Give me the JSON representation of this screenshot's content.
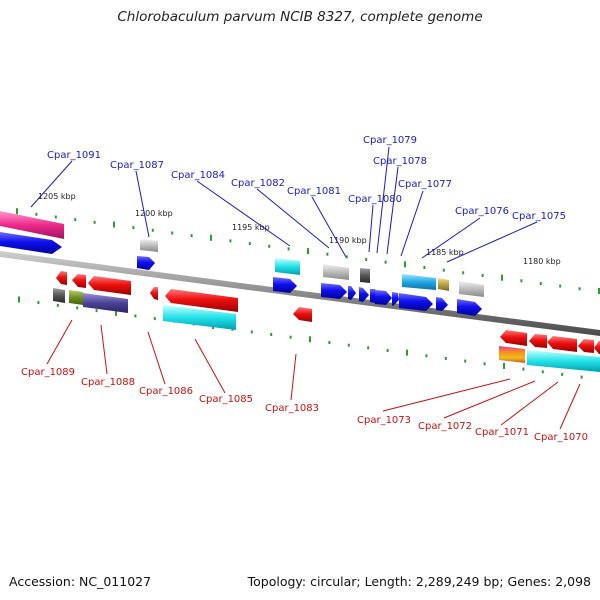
{
  "title": "Chlorobaculum parvum NCIB 8327, complete genome",
  "footer": {
    "accession": "Accession: NC_011027",
    "topology": "Topology: circular; Length: 2,289,249 bp; Genes: 2,098"
  },
  "colors": {
    "forward_label": "#1a1acc",
    "reverse_label": "#cc1111",
    "backbone": "#8a8a8a",
    "tick": "#2e9e2e"
  },
  "ticks": [
    "1205 kbp",
    "1200 kbp",
    "1195 kbp",
    "1190 kbp",
    "1185 kbp",
    "1180 kbp"
  ],
  "forward_labels": [
    "Cpar_1091",
    "Cpar_1087",
    "Cpar_1084",
    "Cpar_1082",
    "Cpar_1081",
    "Cpar_1080",
    "Cpar_1079",
    "Cpar_1078",
    "Cpar_1077",
    "Cpar_1076",
    "Cpar_1075"
  ],
  "reverse_labels": [
    "Cpar_1089",
    "Cpar_1088",
    "Cpar_1086",
    "Cpar_1085",
    "Cpar_1083",
    "Cpar_1073",
    "Cpar_1072",
    "Cpar_1071",
    "Cpar_1070"
  ]
}
